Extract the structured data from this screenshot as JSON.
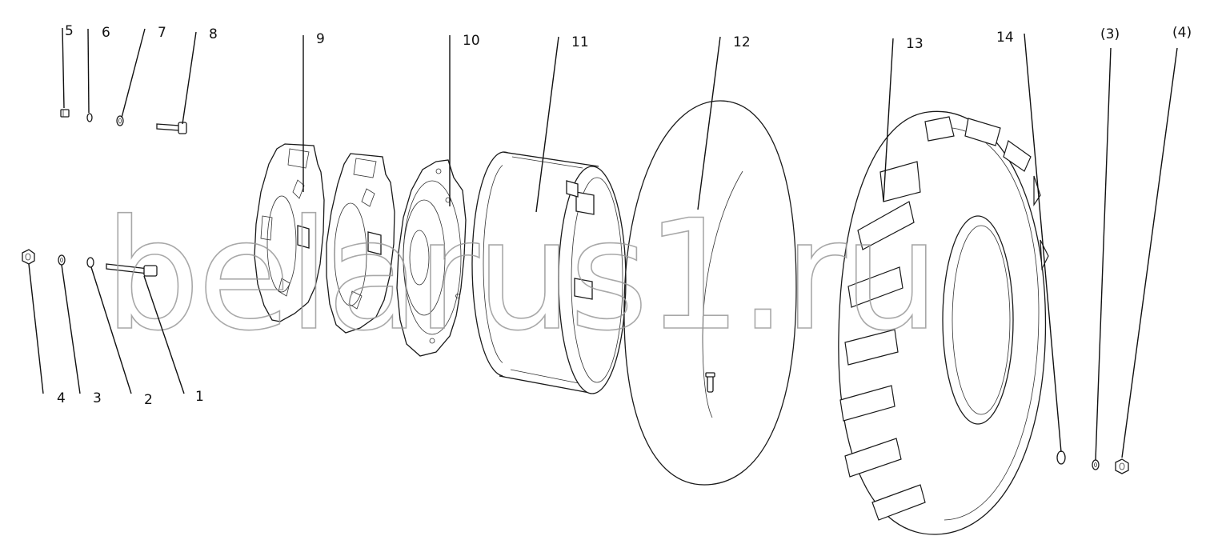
{
  "watermark": "belarus1.ru",
  "callouts": [
    {
      "id": "5",
      "label": "5"
    },
    {
      "id": "6",
      "label": "6"
    },
    {
      "id": "7",
      "label": "7"
    },
    {
      "id": "8",
      "label": "8"
    },
    {
      "id": "9",
      "label": "9"
    },
    {
      "id": "10",
      "label": "10"
    },
    {
      "id": "11",
      "label": "11"
    },
    {
      "id": "12",
      "label": "12"
    },
    {
      "id": "13",
      "label": "13"
    },
    {
      "id": "14",
      "label": "14"
    },
    {
      "id": "p3",
      "label": "(3)"
    },
    {
      "id": "p4",
      "label": "(4)"
    },
    {
      "id": "4",
      "label": "4"
    },
    {
      "id": "3",
      "label": "3"
    },
    {
      "id": "2",
      "label": "2"
    },
    {
      "id": "1",
      "label": "1"
    }
  ]
}
